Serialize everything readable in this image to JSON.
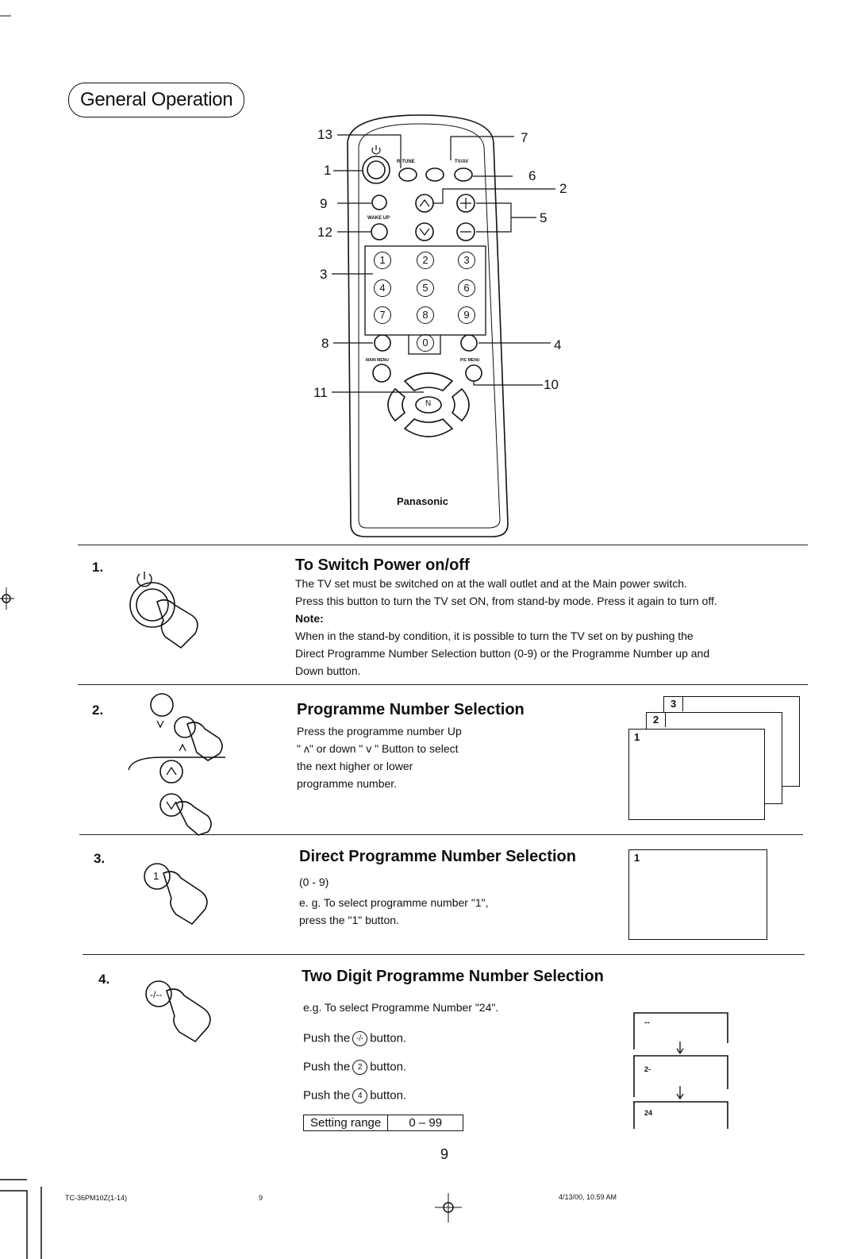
{
  "page_title": "General Operation",
  "remote": {
    "brand": "Panasonic",
    "callouts": [
      "13",
      "7",
      "1",
      "6",
      "2",
      "9",
      "5",
      "12",
      "3",
      "8",
      "4",
      "11",
      "10"
    ],
    "button_labels": {
      "retune": "R-TUNE",
      "tvav": "TV/AV",
      "wakeup": "WAKE UP",
      "main_menu": "MAIN MENU",
      "pic_menu": "PIC MENU",
      "n": "N"
    },
    "digits": [
      "1",
      "2",
      "3",
      "4",
      "5",
      "6",
      "7",
      "8",
      "9",
      "0"
    ]
  },
  "sections": [
    {
      "num": "1.",
      "title": "To Switch Power on/off",
      "lines": [
        "The  TV set must be switched on at the wall outlet and at the Main power switch.",
        "Press this button to turn the TV set ON, from stand-by mode. Press it again to turn off."
      ],
      "note_label": "Note:",
      "note_lines": [
        "When in the stand-by condition, it is possible to turn the TV set on by pushing the",
        "Direct Programme Number Selection button (0-9) or the Programme Number up and",
        "Down button."
      ]
    },
    {
      "num": "2.",
      "title": "Programme Number Selection",
      "lines": [
        "Press the programme number Up",
        "\" ʌ\" or down \" v \" Button to select",
        "the next higher or lower",
        "programme number."
      ],
      "screens": [
        "3",
        "2",
        "1"
      ]
    },
    {
      "num": "3.",
      "title": "Direct Programme Number Selection",
      "lines": [
        "(0 - 9)",
        "e. g. To select programme number \"1\",",
        "press the \"1\" button."
      ],
      "screen": "1"
    },
    {
      "num": "4.",
      "title": "Two Digit Programme Number Selection",
      "example": "e.g. To select Programme Number \"24\".",
      "pushes": [
        {
          "before": "Push the",
          "icon": "-/-",
          "after": "button."
        },
        {
          "before": "Push the",
          "icon": "2",
          "after": "button."
        },
        {
          "before": "Push the",
          "icon": "4",
          "after": "button."
        }
      ],
      "range_label": "Setting range",
      "range_value": "0 – 99",
      "screens": [
        "--",
        "2-",
        "24"
      ]
    }
  ],
  "page_number": "9",
  "footer": {
    "left": "TC-36PM10Z(1-14)",
    "mid": "9",
    "right": "4/13/00, 10.59 AM"
  }
}
